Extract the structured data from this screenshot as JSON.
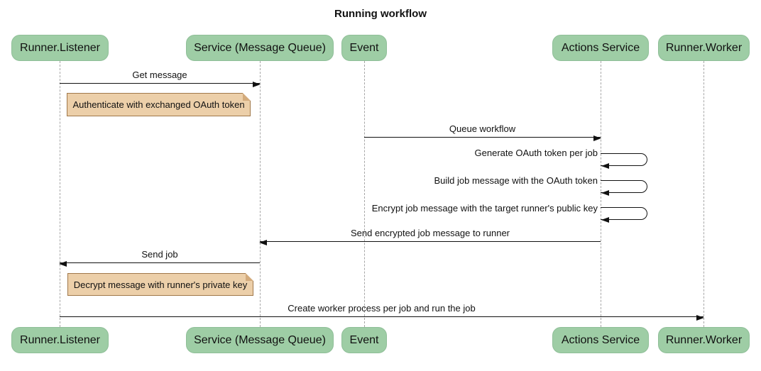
{
  "title": "Running workflow",
  "diagram_type": "sequence",
  "colors": {
    "participant_fill": "#9ecda5",
    "note_fill": "#eccfa9",
    "note_border": "#a0784a",
    "lifeline": "#a6a6a6",
    "arrow": "#111111",
    "background": "#ffffff"
  },
  "participants": [
    {
      "label": "Runner.Listener"
    },
    {
      "label": "Service (Message Queue)"
    },
    {
      "label": "Event"
    },
    {
      "label": "Actions Service"
    },
    {
      "label": "Runner.Worker"
    }
  ],
  "messages": [
    {
      "kind": "arrow",
      "label": "Get message",
      "from": "Runner.Listener",
      "to": "Service (Message Queue)"
    },
    {
      "kind": "note",
      "label": "Authenticate with exchanged OAuth token",
      "over": "Runner.Listener"
    },
    {
      "kind": "arrow",
      "label": "Queue workflow",
      "from": "Event",
      "to": "Actions Service"
    },
    {
      "kind": "self",
      "label": "Generate OAuth token per job",
      "from": "Actions Service",
      "to": "Actions Service"
    },
    {
      "kind": "self",
      "label": "Build job message with the OAuth token",
      "from": "Actions Service",
      "to": "Actions Service"
    },
    {
      "kind": "self",
      "label": "Encrypt job message with the target runner's public key",
      "from": "Actions Service",
      "to": "Actions Service"
    },
    {
      "kind": "arrow",
      "label": "Send encrypted job message to runner",
      "from": "Actions Service",
      "to": "Service (Message Queue)"
    },
    {
      "kind": "arrow",
      "label": "Send job",
      "from": "Service (Message Queue)",
      "to": "Runner.Listener"
    },
    {
      "kind": "note",
      "label": "Decrypt message with runner's private key",
      "over": "Runner.Listener"
    },
    {
      "kind": "arrow",
      "label": "Create worker process per job and run the job",
      "from": "Runner.Listener",
      "to": "Runner.Worker"
    }
  ]
}
